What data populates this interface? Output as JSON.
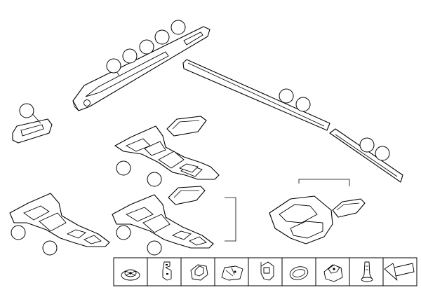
{
  "diagram": {
    "callouts": [
      {
        "id": "c1",
        "label": ""
      },
      {
        "id": "c2",
        "label": ""
      },
      {
        "id": "c3",
        "label": ""
      },
      {
        "id": "c4",
        "label": ""
      },
      {
        "id": "c5",
        "label": ""
      },
      {
        "id": "c6",
        "label": ""
      },
      {
        "id": "c7",
        "label": ""
      },
      {
        "id": "c8",
        "label": ""
      },
      {
        "id": "c9",
        "label": ""
      },
      {
        "id": "c10",
        "label": ""
      },
      {
        "id": "c11",
        "label": ""
      },
      {
        "id": "c12",
        "label": ""
      },
      {
        "id": "c13",
        "label": ""
      },
      {
        "id": "c14",
        "label": ""
      },
      {
        "id": "c15",
        "label": ""
      },
      {
        "id": "c16",
        "label": ""
      }
    ],
    "parts_strip": {
      "icons": [
        "round-clip-icon",
        "bracket-clip-icon",
        "square-nut-icon",
        "spring-clip-icon",
        "hook-clip-icon",
        "oval-pad-icon",
        "expanding-nut-icon",
        "push-pin-icon",
        "arrow-tag-icon"
      ]
    },
    "colors": {
      "line": "#000000",
      "background": "#ffffff"
    }
  }
}
